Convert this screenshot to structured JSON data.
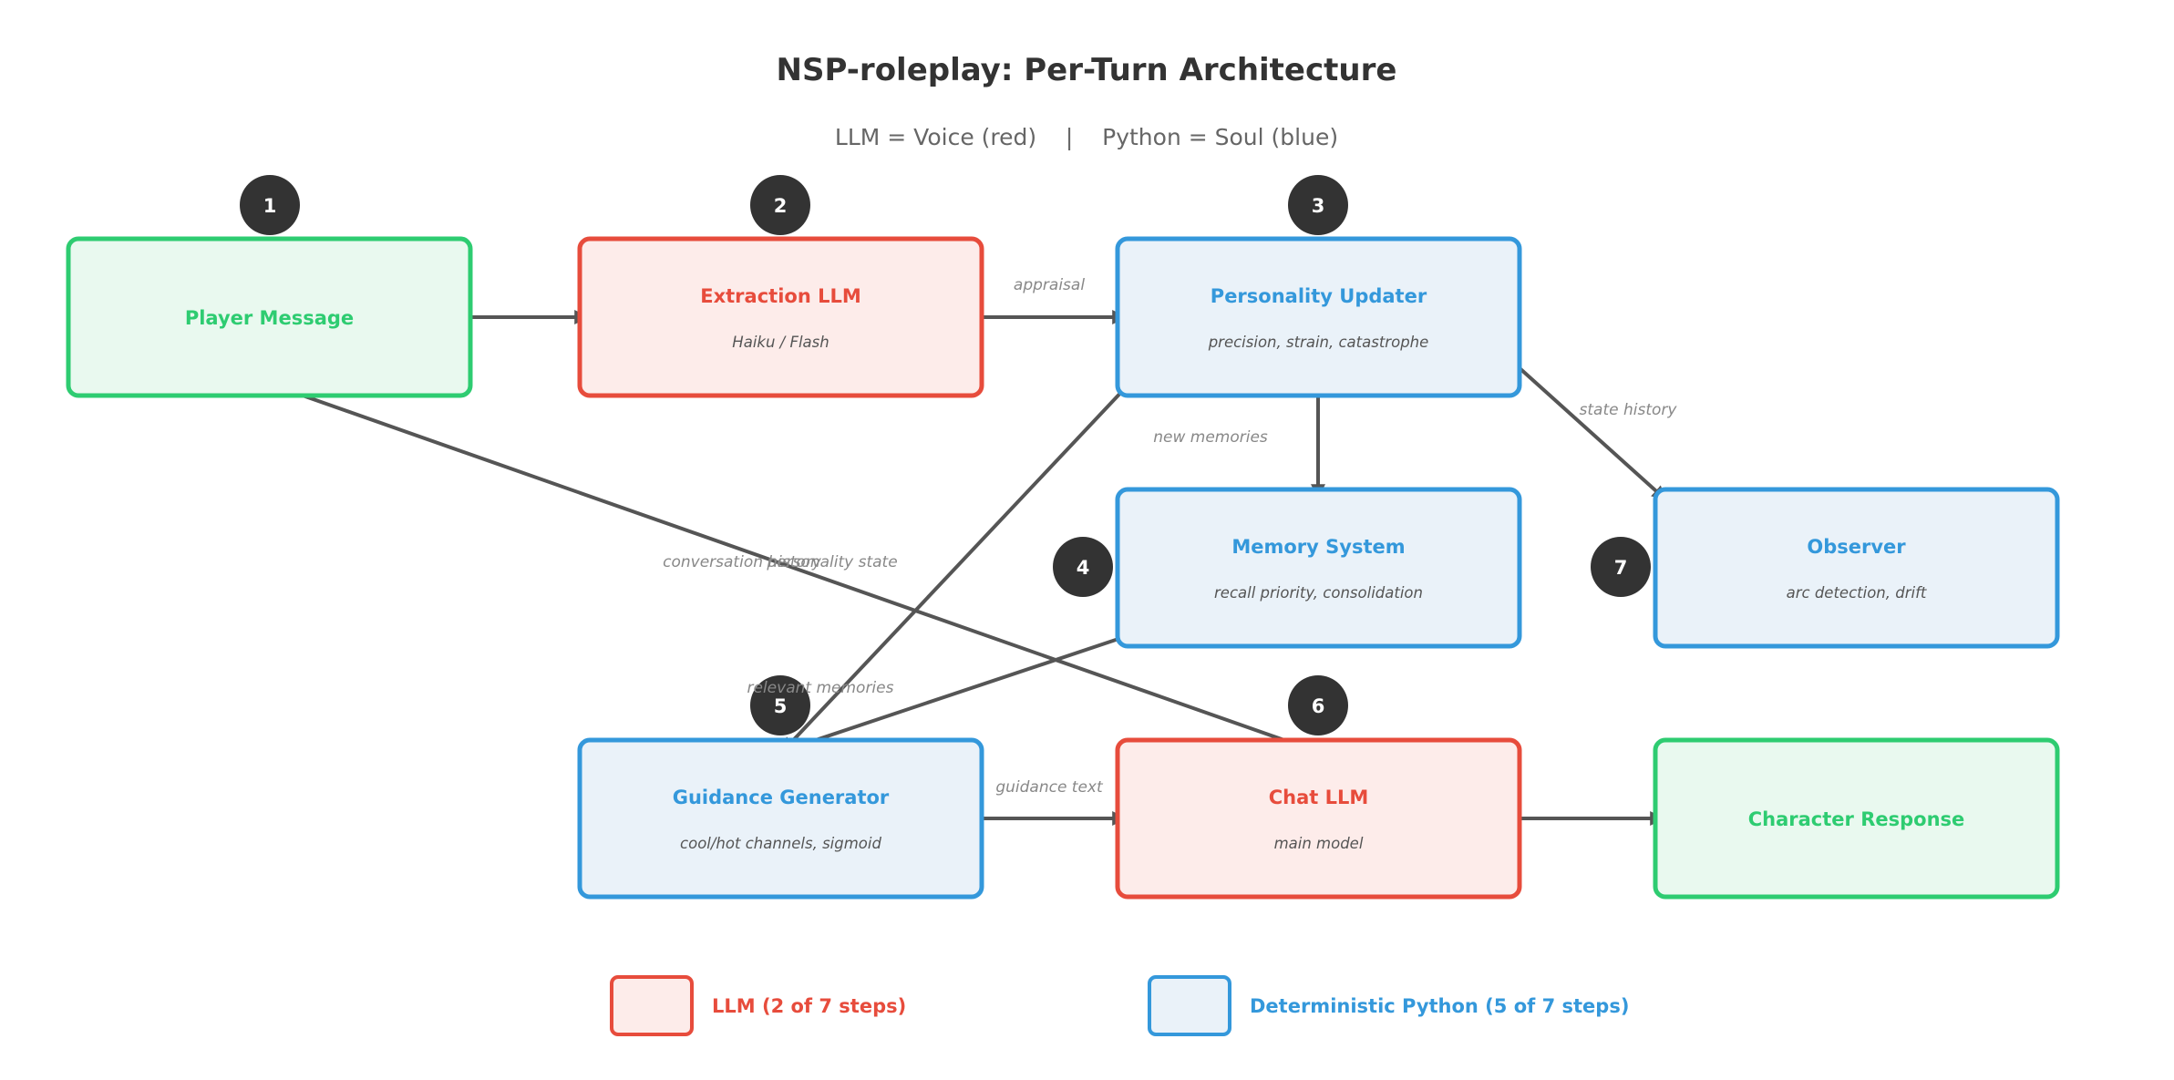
{
  "title": "NSP-roleplay: Per-Turn Architecture",
  "subtitle": "LLM = Voice (red)    |    Python = Soul (blue)",
  "colors": {
    "llm_stroke": "#e74c3c",
    "llm_fill": "#fdecea",
    "python_stroke": "#3498db",
    "python_fill": "#eaf2f9",
    "io_stroke": "#2ecc71",
    "io_fill": "#e9f9ef",
    "badge": "#333333",
    "arrow": "#555555"
  },
  "nodes": [
    {
      "id": "player",
      "kind": "io",
      "title": "Player Message",
      "subtitle": "",
      "badge": "1"
    },
    {
      "id": "extraction",
      "kind": "llm",
      "title": "Extraction LLM",
      "subtitle": "Haiku / Flash",
      "badge": "2"
    },
    {
      "id": "personality",
      "kind": "python",
      "title": "Personality Updater",
      "subtitle": "precision, strain, catastrophe",
      "badge": "3"
    },
    {
      "id": "memory",
      "kind": "python",
      "title": "Memory System",
      "subtitle": "recall priority, consolidation",
      "badge": "4"
    },
    {
      "id": "observer",
      "kind": "python",
      "title": "Observer",
      "subtitle": "arc detection, drift",
      "badge": "7"
    },
    {
      "id": "guidance",
      "kind": "python",
      "title": "Guidance Generator",
      "subtitle": "cool/hot channels, sigmoid",
      "badge": "5"
    },
    {
      "id": "chat",
      "kind": "llm",
      "title": "Chat LLM",
      "subtitle": "main model",
      "badge": "6"
    },
    {
      "id": "response",
      "kind": "io",
      "title": "Character Response",
      "subtitle": "",
      "badge": ""
    }
  ],
  "edges": [
    {
      "id": "player-extraction",
      "label": ""
    },
    {
      "id": "extraction-personality",
      "label": "appraisal"
    },
    {
      "id": "personality-memory",
      "label": "new memories"
    },
    {
      "id": "personality-observer",
      "label": "state history"
    },
    {
      "id": "personality-guidance",
      "label": "personality state"
    },
    {
      "id": "player-chat",
      "label": "conversation history"
    },
    {
      "id": "memory-guidance",
      "label": "relevant memories"
    },
    {
      "id": "guidance-chat",
      "label": "guidance text"
    },
    {
      "id": "chat-response",
      "label": ""
    }
  ],
  "legend": [
    {
      "kind": "llm",
      "label": "LLM (2 of 7 steps)"
    },
    {
      "kind": "python",
      "label": "Deterministic Python (5 of 7 steps)"
    }
  ]
}
